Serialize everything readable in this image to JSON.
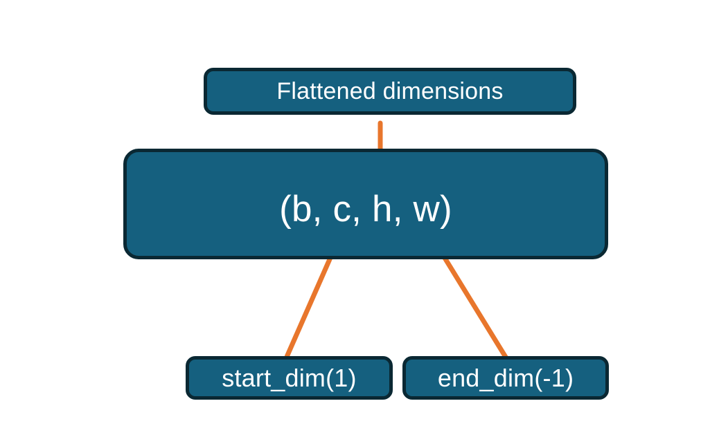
{
  "diagram": {
    "title": "Flatten dimensions annotation diagram",
    "background_color": "#ffffff",
    "nodes": {
      "flattened": {
        "label": "Flattened dimensions",
        "fill": "#15607f",
        "border": "#0a2833",
        "text_color": "#ffffff"
      },
      "shape": {
        "label": "(b, c, h, w)",
        "fill": "#15607f",
        "border": "#0a2833",
        "text_color": "#ffffff"
      },
      "start_dim": {
        "label": "start_dim(1)",
        "fill": "#15607f",
        "border": "#0a2833",
        "text_color": "#ffffff"
      },
      "end_dim": {
        "label": "end_dim(-1)",
        "fill": "#15607f",
        "border": "#0a2833",
        "text_color": "#ffffff"
      }
    },
    "connectors": {
      "accent_color": "#e8762c",
      "brace": {
        "name": "curly-brace-over-c-h",
        "spans_terms": "c, h",
        "points_to": "flattened"
      },
      "arrow_start_dim": {
        "name": "arrow-start-dim-to-c",
        "from": "start_dim",
        "to_term": "c"
      },
      "arrow_end_dim": {
        "name": "arrow-end-dim-to-w",
        "from": "end_dim",
        "to_term": "w"
      }
    }
  }
}
